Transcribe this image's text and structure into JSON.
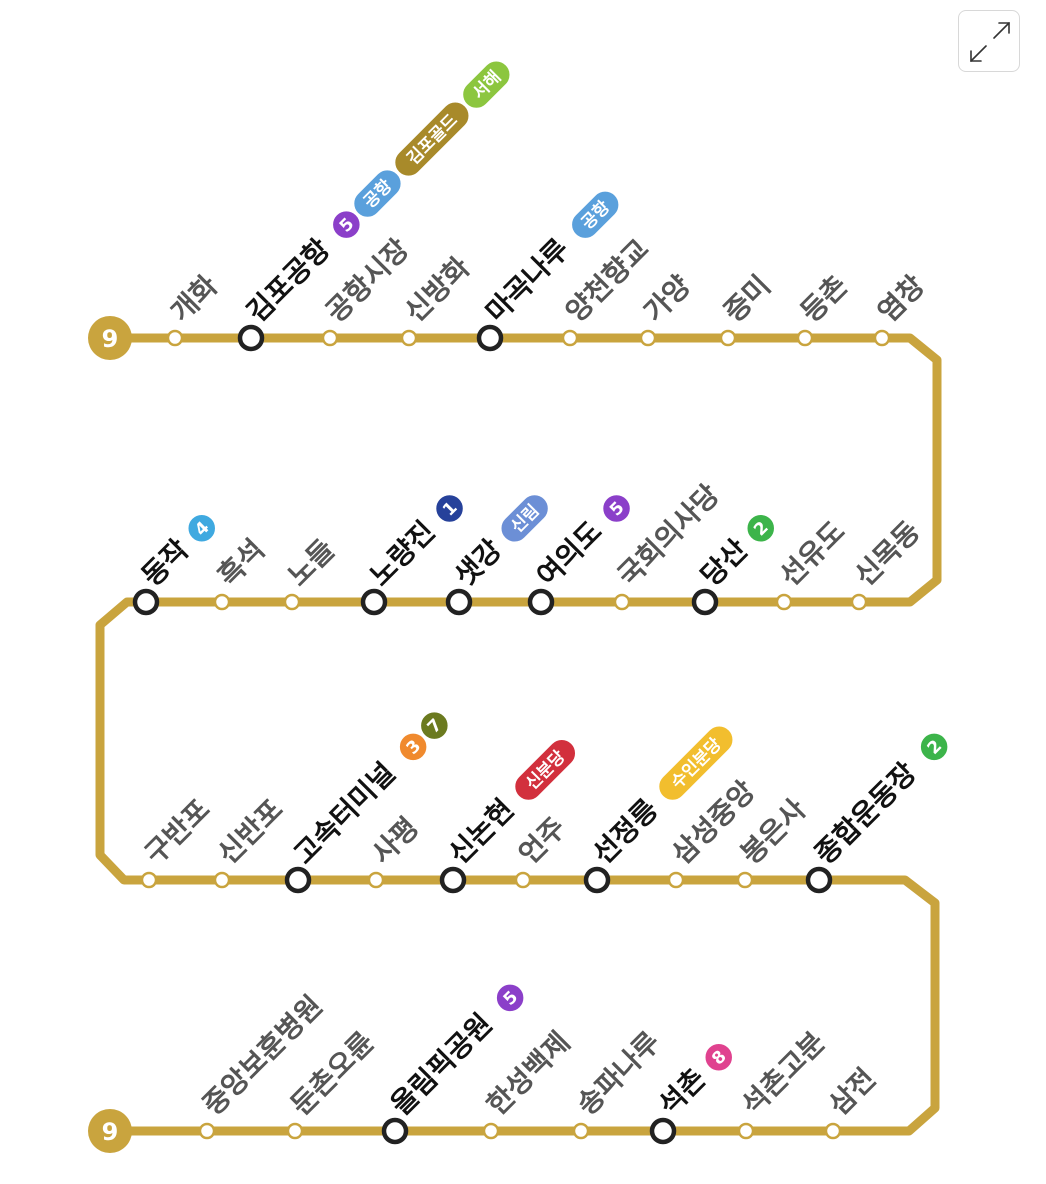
{
  "line": {
    "number": "9",
    "color": "#C9A43E"
  },
  "expand_button": {
    "icon": "expand-arrows-icon"
  },
  "rows": [
    {
      "id": "row1",
      "stations": [
        {
          "name": "개화",
          "transfer": false,
          "badges": []
        },
        {
          "name": "김포공항",
          "transfer": true,
          "badges": [
            {
              "text": "5",
              "color": "#8B3FC9",
              "shape": "circle"
            },
            {
              "text": "공항",
              "color": "#5AA0DC",
              "shape": "pill"
            },
            {
              "text": "김포골드",
              "color": "#A88A2A",
              "shape": "pill"
            },
            {
              "text": "서해",
              "color": "#8CC63F",
              "shape": "pill"
            }
          ]
        },
        {
          "name": "공항시장",
          "transfer": false,
          "badges": []
        },
        {
          "name": "신방화",
          "transfer": false,
          "badges": []
        },
        {
          "name": "마곡나루",
          "transfer": true,
          "badges": [
            {
              "text": "공항",
              "color": "#5AA0DC",
              "shape": "pill"
            }
          ]
        },
        {
          "name": "양천향교",
          "transfer": false,
          "badges": []
        },
        {
          "name": "가양",
          "transfer": false,
          "badges": []
        },
        {
          "name": "증미",
          "transfer": false,
          "badges": []
        },
        {
          "name": "등촌",
          "transfer": false,
          "badges": []
        },
        {
          "name": "염창",
          "transfer": false,
          "badges": []
        }
      ]
    },
    {
      "id": "row2",
      "stations": [
        {
          "name": "동작",
          "transfer": true,
          "badges": [
            {
              "text": "4",
              "color": "#3FA9E0",
              "shape": "circle"
            }
          ]
        },
        {
          "name": "흑석",
          "transfer": false,
          "badges": []
        },
        {
          "name": "노들",
          "transfer": false,
          "badges": []
        },
        {
          "name": "노량진",
          "transfer": true,
          "badges": [
            {
              "text": "1",
              "color": "#26419A",
              "shape": "circle"
            }
          ]
        },
        {
          "name": "샛강",
          "transfer": true,
          "badges": [
            {
              "text": "신림",
              "color": "#6C8FD6",
              "shape": "pill"
            }
          ]
        },
        {
          "name": "여의도",
          "transfer": true,
          "badges": [
            {
              "text": "5",
              "color": "#8B3FC9",
              "shape": "circle"
            }
          ]
        },
        {
          "name": "국회의사당",
          "transfer": false,
          "badges": []
        },
        {
          "name": "당산",
          "transfer": true,
          "badges": [
            {
              "text": "2",
              "color": "#3CB44A",
              "shape": "circle"
            }
          ]
        },
        {
          "name": "선유도",
          "transfer": false,
          "badges": []
        },
        {
          "name": "신목동",
          "transfer": false,
          "badges": []
        }
      ]
    },
    {
      "id": "row3",
      "stations": [
        {
          "name": "구반포",
          "transfer": false,
          "badges": []
        },
        {
          "name": "신반포",
          "transfer": false,
          "badges": []
        },
        {
          "name": "고속터미널",
          "transfer": true,
          "badges": [
            {
              "text": "3",
              "color": "#F08A2E",
              "shape": "circle"
            },
            {
              "text": "7",
              "color": "#6B7A1F",
              "shape": "circle"
            }
          ]
        },
        {
          "name": "사평",
          "transfer": false,
          "badges": []
        },
        {
          "name": "신논현",
          "transfer": true,
          "badges": [
            {
              "text": "신분당",
              "color": "#D2303D",
              "shape": "pill"
            }
          ]
        },
        {
          "name": "언주",
          "transfer": false,
          "badges": []
        },
        {
          "name": "선정릉",
          "transfer": true,
          "badges": [
            {
              "text": "수인분당",
              "color": "#F2BE2E",
              "shape": "pill"
            }
          ]
        },
        {
          "name": "삼성중앙",
          "transfer": false,
          "badges": []
        },
        {
          "name": "봉은사",
          "transfer": false,
          "badges": []
        },
        {
          "name": "종합운동장",
          "transfer": true,
          "badges": [
            {
              "text": "2",
              "color": "#3CB44A",
              "shape": "circle"
            }
          ]
        }
      ]
    },
    {
      "id": "row4",
      "stations": [
        {
          "name": "중앙보훈병원",
          "transfer": false,
          "badges": []
        },
        {
          "name": "둔촌오륜",
          "transfer": false,
          "badges": []
        },
        {
          "name": "올림픽공원",
          "transfer": true,
          "badges": [
            {
              "text": "5",
              "color": "#8B3FC9",
              "shape": "circle"
            }
          ]
        },
        {
          "name": "한성백제",
          "transfer": false,
          "badges": []
        },
        {
          "name": "송파나루",
          "transfer": false,
          "badges": []
        },
        {
          "name": "석촌",
          "transfer": true,
          "badges": [
            {
              "text": "8",
              "color": "#E0428F",
              "shape": "circle"
            }
          ]
        },
        {
          "name": "석촌고분",
          "transfer": false,
          "badges": []
        },
        {
          "name": "삼전",
          "transfer": false,
          "badges": []
        }
      ]
    }
  ]
}
